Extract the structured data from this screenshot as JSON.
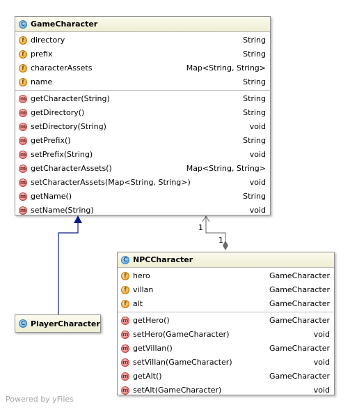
{
  "classes": {
    "game_character": {
      "name": "GameCharacter",
      "icon": "C",
      "fields": [
        {
          "name": "directory",
          "type": "String"
        },
        {
          "name": "prefix",
          "type": "String"
        },
        {
          "name": "characterAssets",
          "type": "Map<String, String>"
        },
        {
          "name": "name",
          "type": "String"
        }
      ],
      "methods": [
        {
          "name": "getCharacter(String)",
          "type": "String"
        },
        {
          "name": "getDirectory()",
          "type": "String"
        },
        {
          "name": "setDirectory(String)",
          "type": "void"
        },
        {
          "name": "getPrefix()",
          "type": "String"
        },
        {
          "name": "setPrefix(String)",
          "type": "void"
        },
        {
          "name": "getCharacterAssets()",
          "type": "Map<String, String>"
        },
        {
          "name": "setCharacterAssets(Map<String, String>)",
          "type": "void"
        },
        {
          "name": "getName()",
          "type": "String"
        },
        {
          "name": "setName(String)",
          "type": "void"
        }
      ]
    },
    "npc_character": {
      "name": "NPCCharacter",
      "icon": "C",
      "fields": [
        {
          "name": "hero",
          "type": "GameCharacter"
        },
        {
          "name": "villan",
          "type": "GameCharacter"
        },
        {
          "name": "alt",
          "type": "GameCharacter"
        }
      ],
      "methods": [
        {
          "name": "getHero()",
          "type": "GameCharacter"
        },
        {
          "name": "setHero(GameCharacter)",
          "type": "void"
        },
        {
          "name": "getVillan()",
          "type": "GameCharacter"
        },
        {
          "name": "setVillan(GameCharacter)",
          "type": "void"
        },
        {
          "name": "getAlt()",
          "type": "GameCharacter"
        },
        {
          "name": "setAlt(GameCharacter)",
          "type": "void"
        }
      ]
    },
    "player_character": {
      "name": "PlayerCharacter",
      "icon": "C"
    }
  },
  "badges": {
    "field": "f",
    "method": "m"
  },
  "association": {
    "source_multiplicity": "1",
    "target_multiplicity": "1"
  },
  "footer": "Powered by yFiles",
  "colors": {
    "inheritance_edge": "#0a1a8a",
    "association_edge": "#666666",
    "header_top": "#fbfaee",
    "header_bottom": "#efedd2",
    "class_icon": "#6fb6e8",
    "field_badge": "#f3b24a",
    "method_badge": "#f08c8c"
  }
}
